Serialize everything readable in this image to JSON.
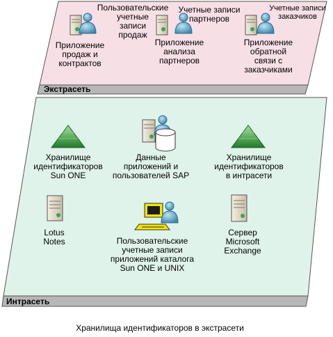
{
  "extranet": {
    "zone_label": "Экстрасеть",
    "sales_app": [
      "Приложение",
      "продаж и",
      "контрактов"
    ],
    "sales_users": [
      "Пользовательские",
      "учетные",
      "записи",
      "продаж"
    ],
    "partner_users": [
      "Учетные записи",
      "партнеров"
    ],
    "partner_app": [
      "Приложение",
      "анализа",
      "партнеров"
    ],
    "customer_users": [
      "Учетные записи",
      "заказчиков"
    ],
    "customer_app": [
      "Приложение",
      "обратной",
      "связи с",
      "заказчиками"
    ]
  },
  "intranet": {
    "zone_label": "Интрасеть",
    "sun_one_store": [
      "Хранилище",
      "идентификаторов",
      "Sun ONE"
    ],
    "sap_data": [
      "Данные",
      "приложений и",
      "пользователей SAP"
    ],
    "intranet_store": [
      "Хранилище",
      "идентификаторов",
      "в интрасети"
    ],
    "lotus_notes": [
      "Lotus",
      "Notes"
    ],
    "catalog_users": [
      "Пользовательские",
      "учетные записи",
      "приложений каталога",
      "Sun ONE и UNIX"
    ],
    "exchange": [
      "Сервер",
      "Microsoft",
      "Exchange"
    ]
  },
  "caption": "Хранилища идентификаторов в экстрасети",
  "colors": {
    "extranet_fill": "#f7dfe6",
    "intranet_fill": "#dff3ea",
    "zone_bar": "#b7b7b7",
    "pyramid": "#2e8b3a"
  }
}
